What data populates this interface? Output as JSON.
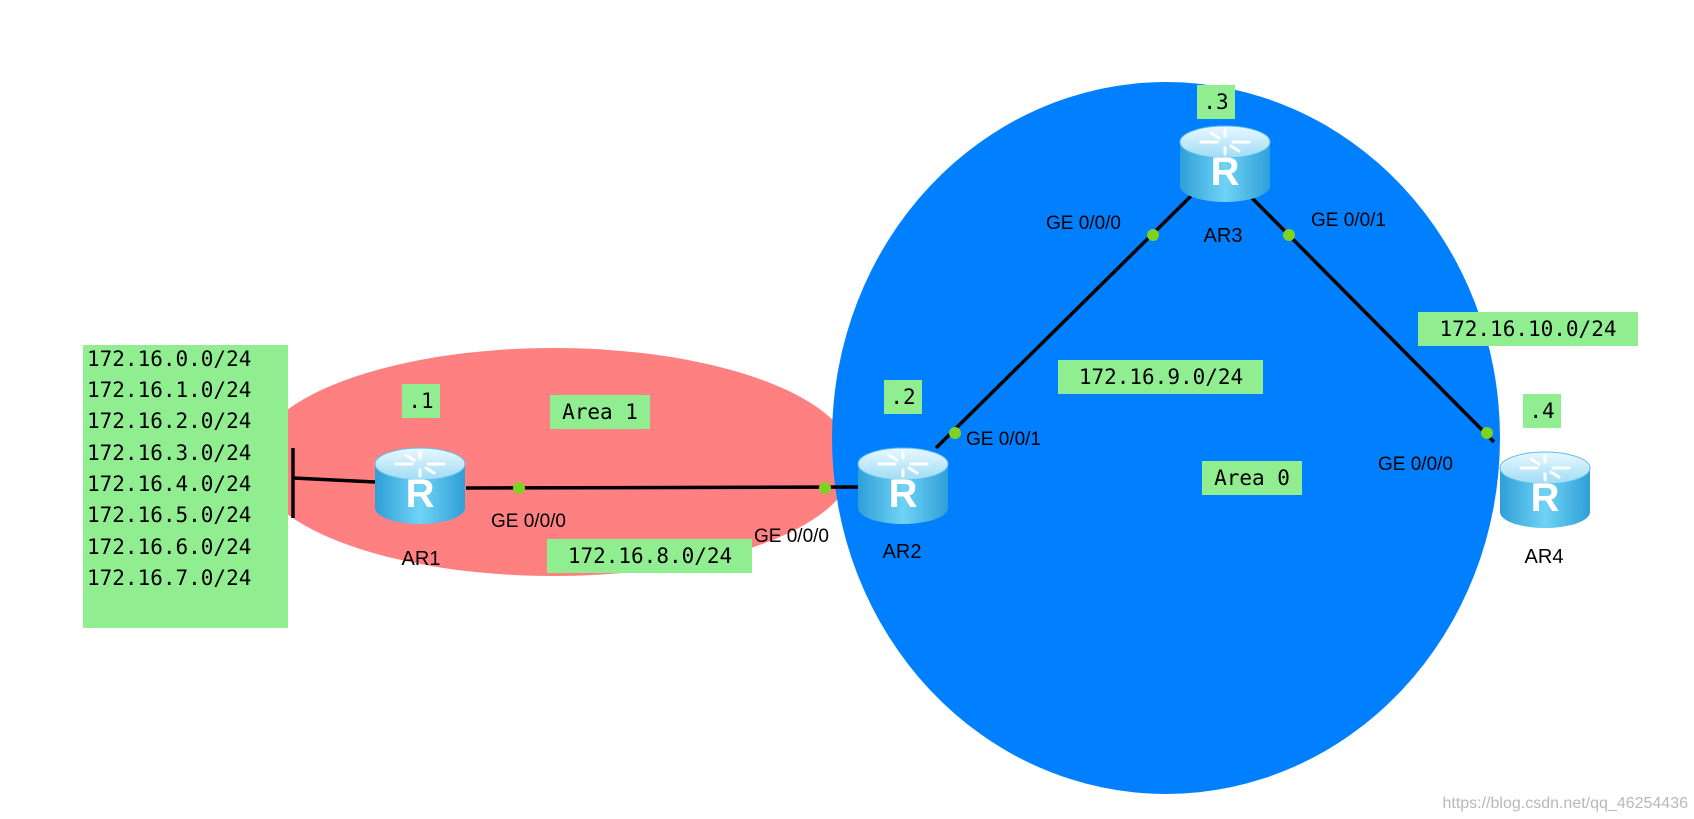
{
  "areas": {
    "area1": {
      "label": "Area 1",
      "color": "#ff8080"
    },
    "area0": {
      "label": "Area 0",
      "color": "#0080ff"
    }
  },
  "routers": {
    "ar1": {
      "name": "AR1",
      "addr": ".1"
    },
    "ar2": {
      "name": "AR2",
      "addr": ".2"
    },
    "ar3": {
      "name": "AR3",
      "addr": ".3"
    },
    "ar4": {
      "name": "AR4",
      "addr": ".4"
    }
  },
  "interfaces": {
    "ar1_g000": "GE 0/0/0",
    "ar2_g000": "GE 0/0/0",
    "ar2_g001": "GE 0/0/1",
    "ar3_g000": "GE 0/0/0",
    "ar3_g001": "GE 0/0/1",
    "ar4_g000": "GE 0/0/0"
  },
  "networks": {
    "ar1_ar2": "172.16.8.0/24",
    "ar2_ar3": "172.16.9.0/24",
    "ar3_ar4": "172.16.10.0/24"
  },
  "loopbacks": [
    "172.16.0.0/24",
    "172.16.1.0/24",
    "172.16.2.0/24",
    "172.16.3.0/24",
    "172.16.4.0/24",
    "172.16.5.0/24",
    "172.16.6.0/24",
    "172.16.7.0/24"
  ],
  "watermark": "https://blog.csdn.net/qq_46254436",
  "colors": {
    "label_bg": "#90ee90",
    "port_dot": "#7ed321",
    "router_body": "#4cc3f0"
  }
}
